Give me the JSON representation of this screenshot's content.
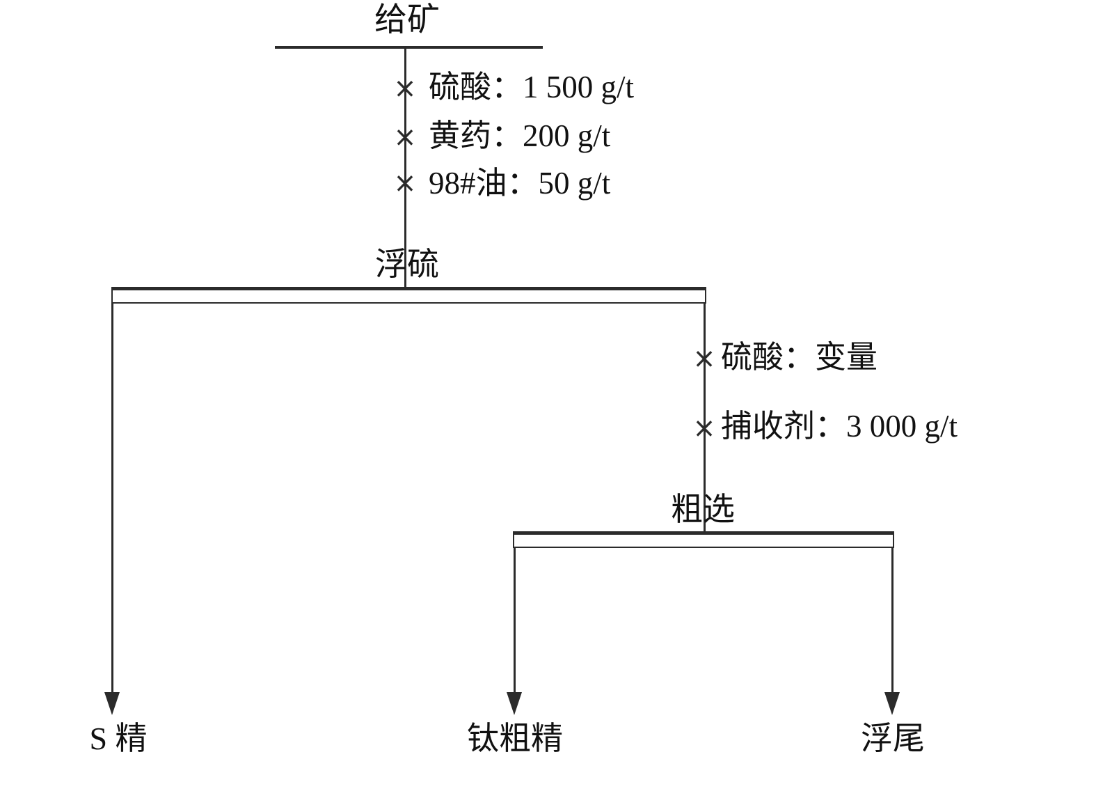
{
  "diagram": {
    "title_semantic": "flotation-flowsheet",
    "feed": {
      "label": "给矿"
    },
    "stage1": {
      "label": "浮硫",
      "reagents": [
        "硫酸：1 500 g/t",
        "黄药：200 g/t",
        "98#油：50 g/t"
      ]
    },
    "stage2": {
      "label": "粗选",
      "reagents": [
        "硫酸：变量",
        "捕收剂：3 000 g/t"
      ]
    },
    "products": {
      "sulfur_concentrate": "S 精",
      "titanium_rough_concentrate": "钛粗精",
      "flotation_tailings": "浮尾"
    },
    "icons": {
      "addition_mark": "×"
    },
    "colors": {
      "line": "#2b2b2b",
      "text": "#111111",
      "background": "#ffffff"
    }
  }
}
